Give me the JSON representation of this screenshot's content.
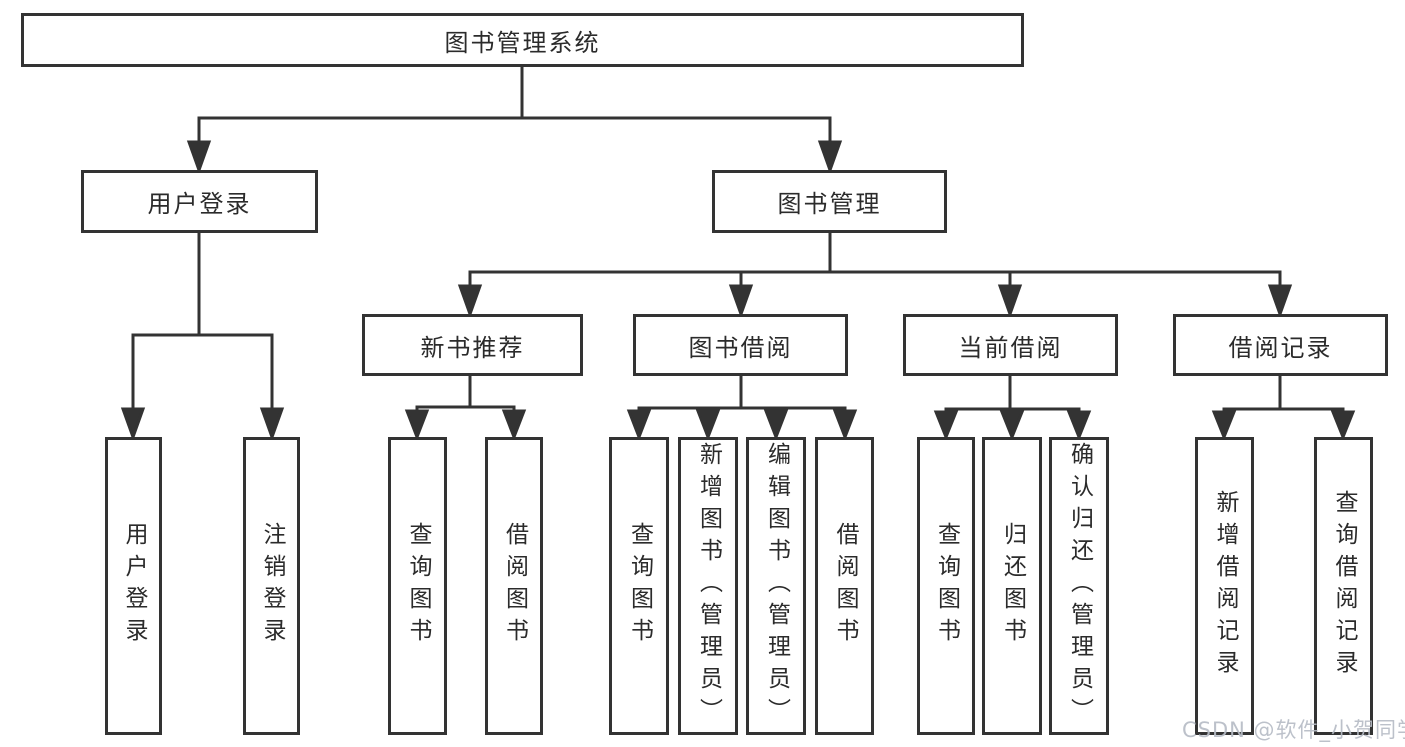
{
  "diagram": {
    "type": "tree",
    "root": {
      "label": "图书管理系统"
    },
    "branches": [
      {
        "label": "用户登录",
        "children": [
          {
            "label": "用户登录"
          },
          {
            "label": "注销登录"
          }
        ]
      },
      {
        "label": "图书管理",
        "children": [
          {
            "label": "新书推荐",
            "children": [
              {
                "label": "查询图书"
              },
              {
                "label": "借阅图书"
              }
            ]
          },
          {
            "label": "图书借阅",
            "children": [
              {
                "label": "查询图书"
              },
              {
                "label": "新增图书（管理员）"
              },
              {
                "label": "编辑图书（管理员）"
              },
              {
                "label": "借阅图书"
              }
            ]
          },
          {
            "label": "当前借阅",
            "children": [
              {
                "label": "查询图书"
              },
              {
                "label": "归还图书"
              },
              {
                "label": "确认归还（管理员）"
              }
            ]
          },
          {
            "label": "借阅记录",
            "children": [
              {
                "label": "新增借阅记录"
              },
              {
                "label": "查询借阅记录"
              }
            ]
          }
        ]
      }
    ]
  },
  "watermark": {
    "text": "CSDN @软件_小贺同学",
    "color": "#b6bcc5"
  },
  "colors": {
    "line": "#333333",
    "box_background": "#ffffff",
    "text": "#2b2b2b"
  }
}
